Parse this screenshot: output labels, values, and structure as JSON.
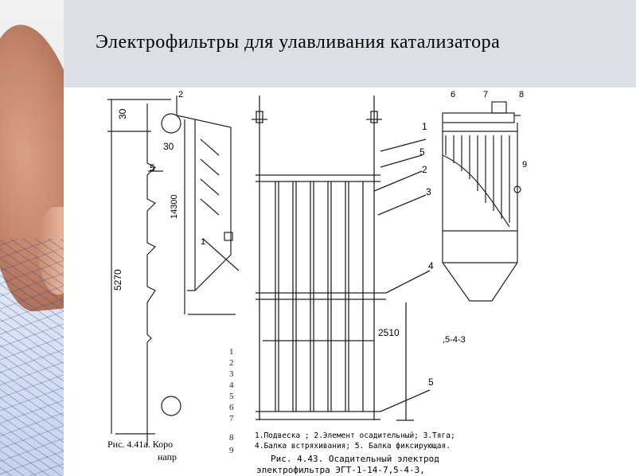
{
  "slide": {
    "title": "Электрофильтры для улавливания катализатора"
  },
  "figure_left": {
    "dims": [
      "30",
      "30",
      "5",
      "5270",
      "14300"
    ],
    "caption_line1": "Рис. 4.41а. Коро",
    "caption_line2": "напр",
    "part_labels": [
      "2",
      "1"
    ]
  },
  "figure_center": {
    "part_labels": [
      "1",
      "5",
      "2",
      "3",
      "4",
      "5"
    ],
    "width_dim": "2510",
    "legend": "1.Подвеска ; 2.Элемент осадительный; 3.Тяга;",
    "legend2": "4.Балка встряхивания; 5. Балка фиксирующая.",
    "caption_line1": "Рис. 4.43. Осадительный электрод",
    "caption_line2": "электрофильтра ЭГТ-1-14-7,5-4-3,",
    "row_numbers": [
      "1",
      "2",
      "3",
      "4",
      "5",
      "6",
      "7",
      "8",
      "9"
    ]
  },
  "figure_right": {
    "part_labels": [
      "6",
      "7",
      "8",
      "9"
    ],
    "code": ",5-4-3"
  }
}
